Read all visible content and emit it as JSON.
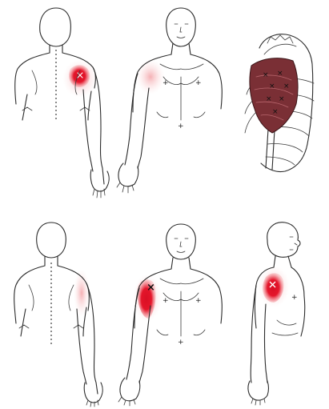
{
  "figures": [
    {
      "id": "upper-back-view",
      "label": "",
      "pain_zone": "posterior-shoulder"
    },
    {
      "id": "upper-front-view",
      "label": "",
      "pain_zone": "anterior-shoulder-faint"
    },
    {
      "id": "ribcage-muscle-view",
      "label": "",
      "pain_zone": "subscapularis-muscle"
    },
    {
      "id": "lower-back-view",
      "label": "",
      "pain_zone": "posterior-shoulder-faint"
    },
    {
      "id": "lower-front-view",
      "label": "",
      "pain_zone": "anterior-deltoid"
    },
    {
      "id": "side-view",
      "label": "",
      "pain_zone": "lateral-shoulder"
    }
  ],
  "colors": {
    "pain_core": "#e4162b",
    "pain_halo": "#f3a5a8",
    "muscle_fill": "#7a2f35",
    "line": "#2b2b2b",
    "background": "#ffffff"
  },
  "icons": [
    "trigger-point-x-icon",
    "nipple-dot-icon"
  ]
}
